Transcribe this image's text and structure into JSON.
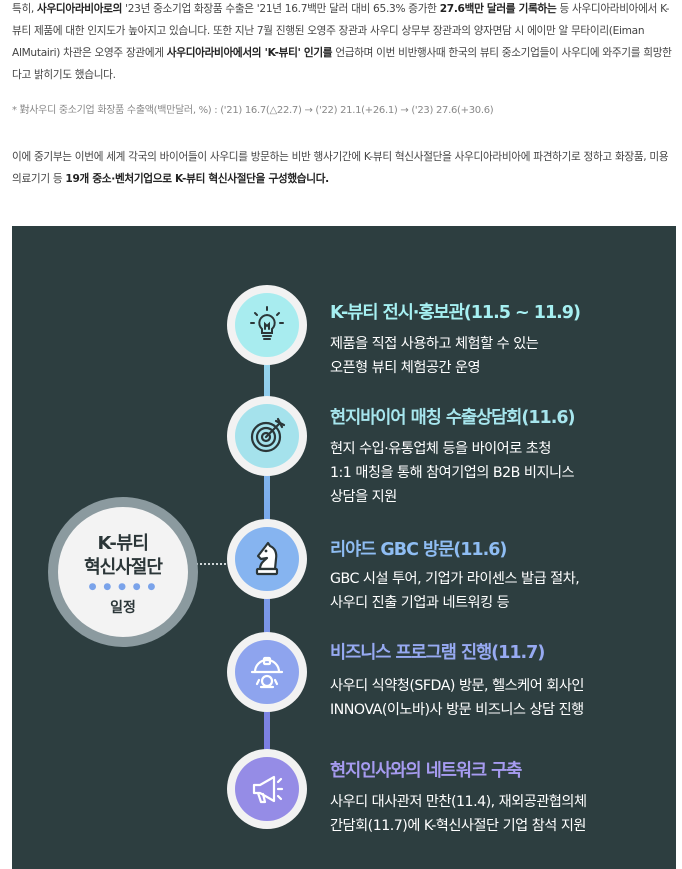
{
  "paragraph1": {
    "s1": "특히, ",
    "b1": "사우디아라비아로의",
    "s2": " '23년 중소기업 화장품 수출은 '21년 16.7백만 달러 대비 65.3% 증가한 ",
    "b2": "27.6백만 달러를 기록하는",
    "s3": " 등 사우디아라비아에서 K-뷰티 제품에 대한 인지도가 높아지고 있습니다. 또한 지난 7월 진행된 오영주 장관과 사우디 상무부 장관과의 양자면담 시 에이만 알 무타이리(Eiman AlMutairi) 차관은 오영주 장관에게 ",
    "b3": "사우디아라비아에서의 'K-뷰티' 인기를",
    "s4": " 언급하며 이번 비반행사때 한국의 뷰티 중소기업들이 사우디에 와주기를 희망한다고 밝히기도 했습니다."
  },
  "note": "* 對사우디 중소기업 화장품 수출액(백만달러, %) : ('21) 16.7(△22.7) → ('22) 21.1(+26.1) → ('23) 27.6(+30.6)",
  "paragraph2": {
    "s1": "이에 중기부는 이번에 세계 각국의 바이어들이 사우디를 방문하는 비반 행사기간에 K-뷰티 혁신사절단을 사우디아라비아에 파견하기로 정하고 화장품, 미용의료기기 등 ",
    "b1": "19개 중소·벤처기업으로 K-뷰티 혁신사절단을 구성했습니다."
  },
  "hub": {
    "line1": "K-뷰티",
    "line2": "혁신사절단",
    "line3": "일정"
  },
  "colors": {
    "panel": "#2d3e40",
    "accent_cyan": "#a6f0f2",
    "accent_blue": "#8fbdf3",
    "accent_violet": "#a69bf0"
  },
  "items": [
    {
      "icon": "lightbulb-icon",
      "title": "K-뷰티 전시·홍보관(11.5 ~ 11.9)",
      "desc1": "제품을 직접 사용하고 체험할 수 있는",
      "desc2": "오픈형 뷰티 체험공간 운영"
    },
    {
      "icon": "target-icon",
      "title": "현지바이어 매칭 수출상담회(11.6)",
      "desc1": "현지 수입·유통업체 등을 바이어로 초청",
      "desc2": "1:1 매칭을 통해 참여기업의 B2B 비지니스",
      "desc3": "상담을 지원"
    },
    {
      "icon": "chess-knight-icon",
      "title": "리야드 GBC 방문(11.6)",
      "desc1": "GBC 시설 투어, 기업가 라이센스 발급 절차,",
      "desc2": "사우디 진출 기업과 네트워킹 등"
    },
    {
      "icon": "helmet-gear-icon",
      "title": "비즈니스 프로그램 진행(11.7)",
      "desc1": "사우디 식약청(SFDA) 방문, 헬스케어 회사인",
      "desc2": "INNOVA(이노바)사 방문 비즈니스 상담 진행"
    },
    {
      "icon": "megaphone-icon",
      "title": "현지인사와의 네트워크 구축",
      "desc1": "사우디 대사관저 만찬(11.4), 재외공관협의체",
      "desc2": "간담회(11.7)에 K-혁신사절단 기업 참석 지원"
    }
  ]
}
